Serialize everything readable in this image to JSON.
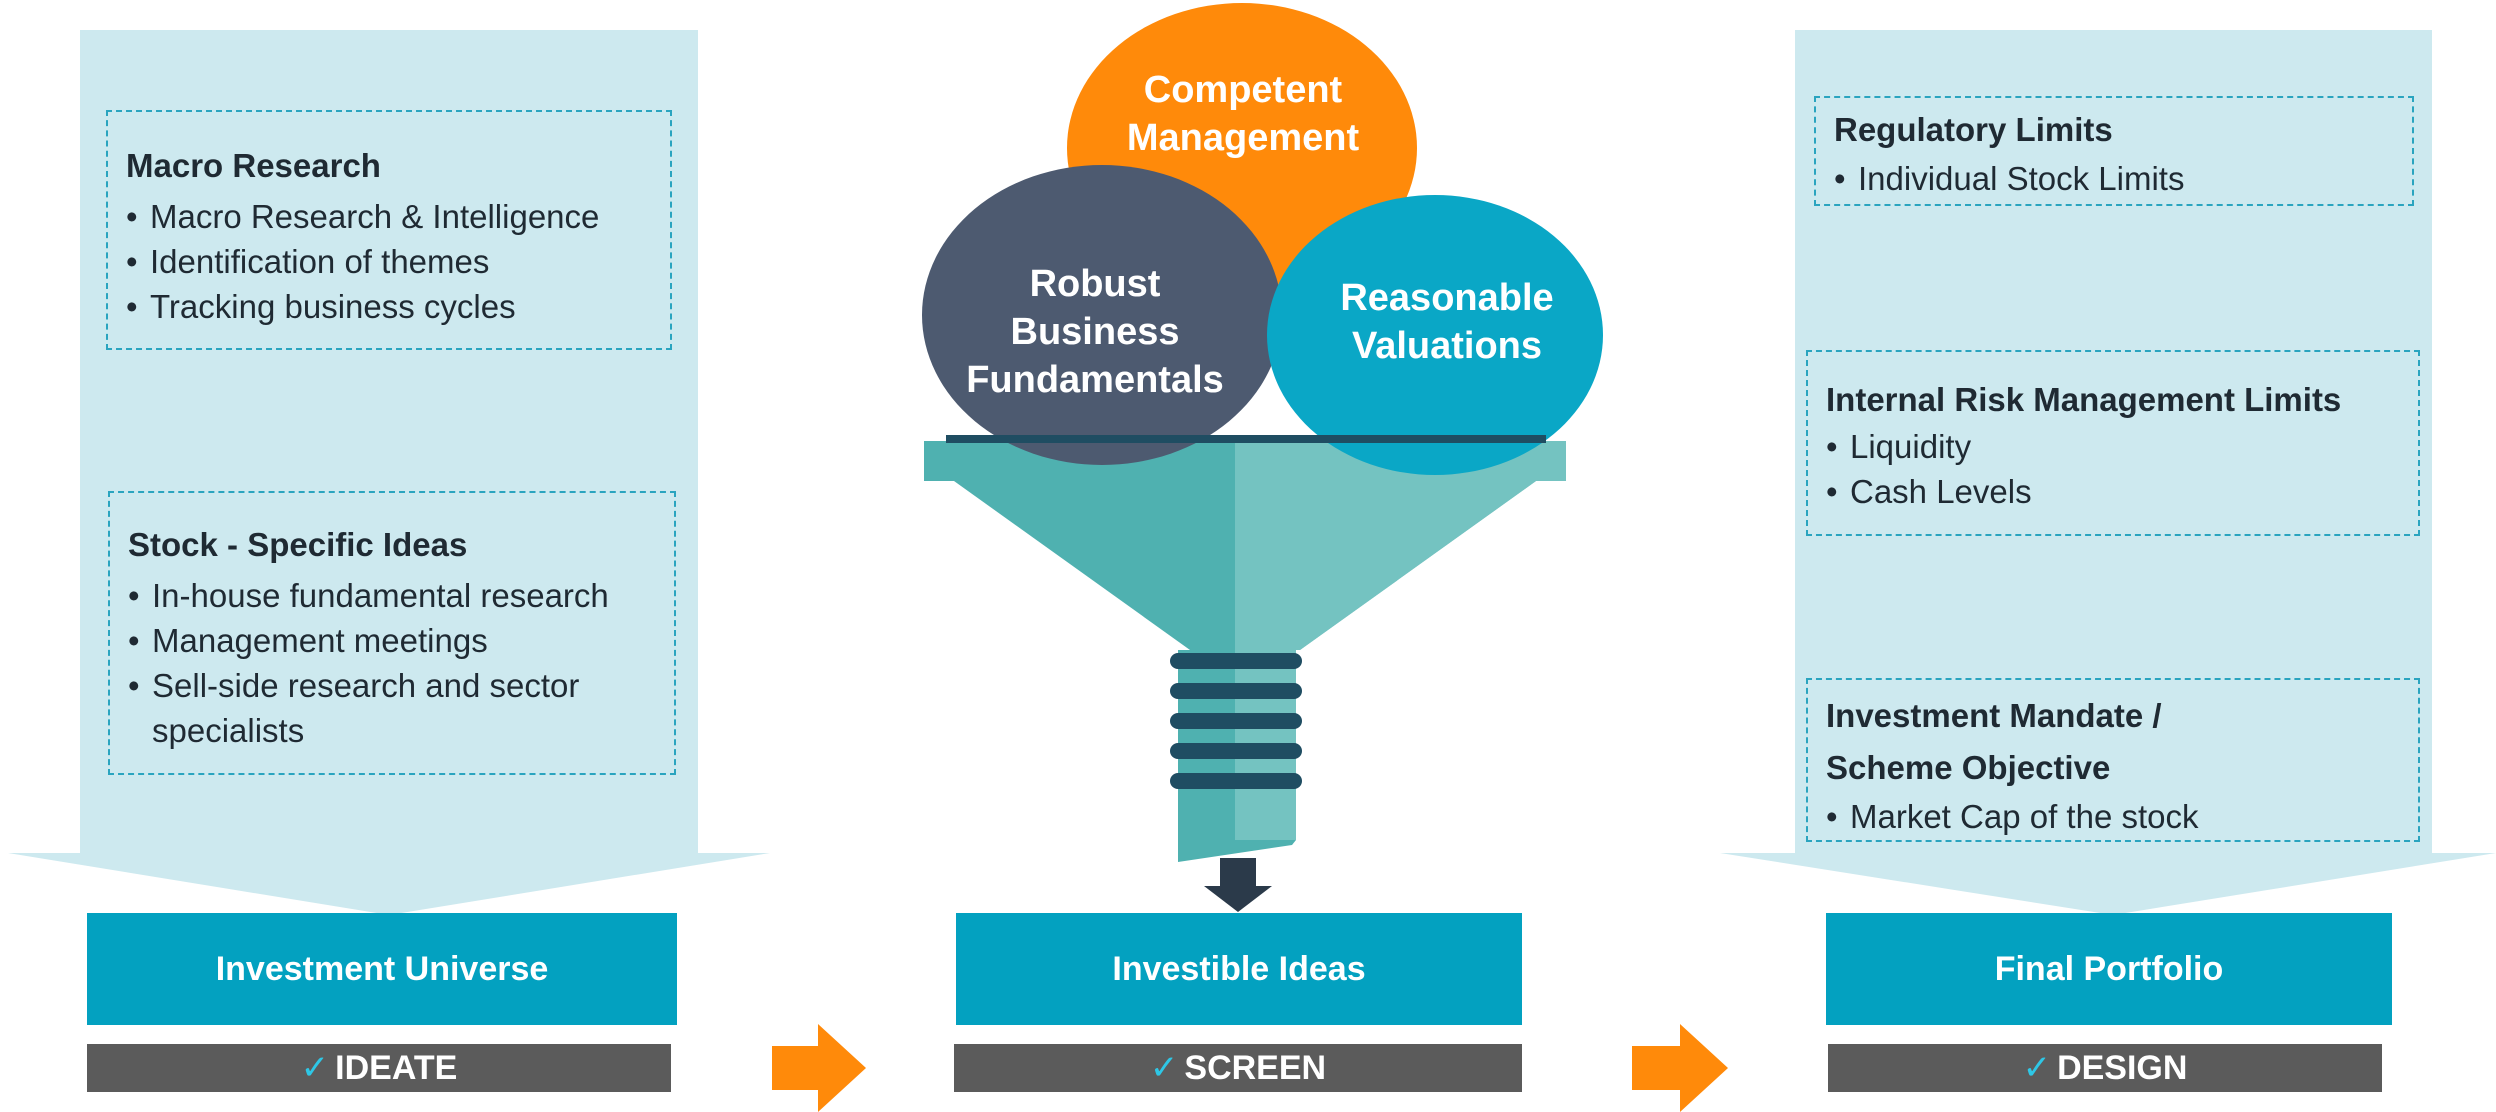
{
  "columns": {
    "left": {
      "boxes": [
        {
          "title": "Macro Research",
          "items": [
            "Macro Research & Intelligence",
            "Identification of themes",
            "Tracking business cycles"
          ]
        },
        {
          "title": "Stock - Specific Ideas",
          "items": [
            "In-house fundamental research",
            "Management meetings",
            "Sell-side research and  sector specialists"
          ]
        }
      ],
      "stage_label": "Investment Universe",
      "step_label": "IDEATE"
    },
    "center": {
      "circles": {
        "top": "Competent Management",
        "left": "Robust Business Fundamentals",
        "right": "Reasonable Valuations"
      },
      "stage_label": "Investible Ideas",
      "step_label": "SCREEN"
    },
    "right": {
      "boxes": [
        {
          "title": "Regulatory Limits",
          "items": [
            "Individual Stock Limits"
          ]
        },
        {
          "title": "Internal Risk Management Limits",
          "items": [
            "Liquidity",
            "Cash Levels"
          ]
        },
        {
          "title": "Investment Mandate / Scheme Objective",
          "items": [
            "Market Cap of the stock"
          ]
        }
      ],
      "stage_label": "Final Portfolio",
      "step_label": "DESIGN"
    }
  },
  "check_symbol": "✓",
  "colors": {
    "panel": "#cde9ef",
    "teal": "#03a1c0",
    "orange": "#ff8a0a",
    "slate": "#4d5a70",
    "cyan": "#0aa7c6",
    "funnel_light": "#74c3c1",
    "funnel_dark": "#4fb1b0",
    "ring": "#1f4d62",
    "step_gray": "#5b5b5b"
  },
  "icons": [
    "checkmark-icon",
    "down-arrow-icon",
    "right-arrow-icon",
    "funnel-icon"
  ]
}
